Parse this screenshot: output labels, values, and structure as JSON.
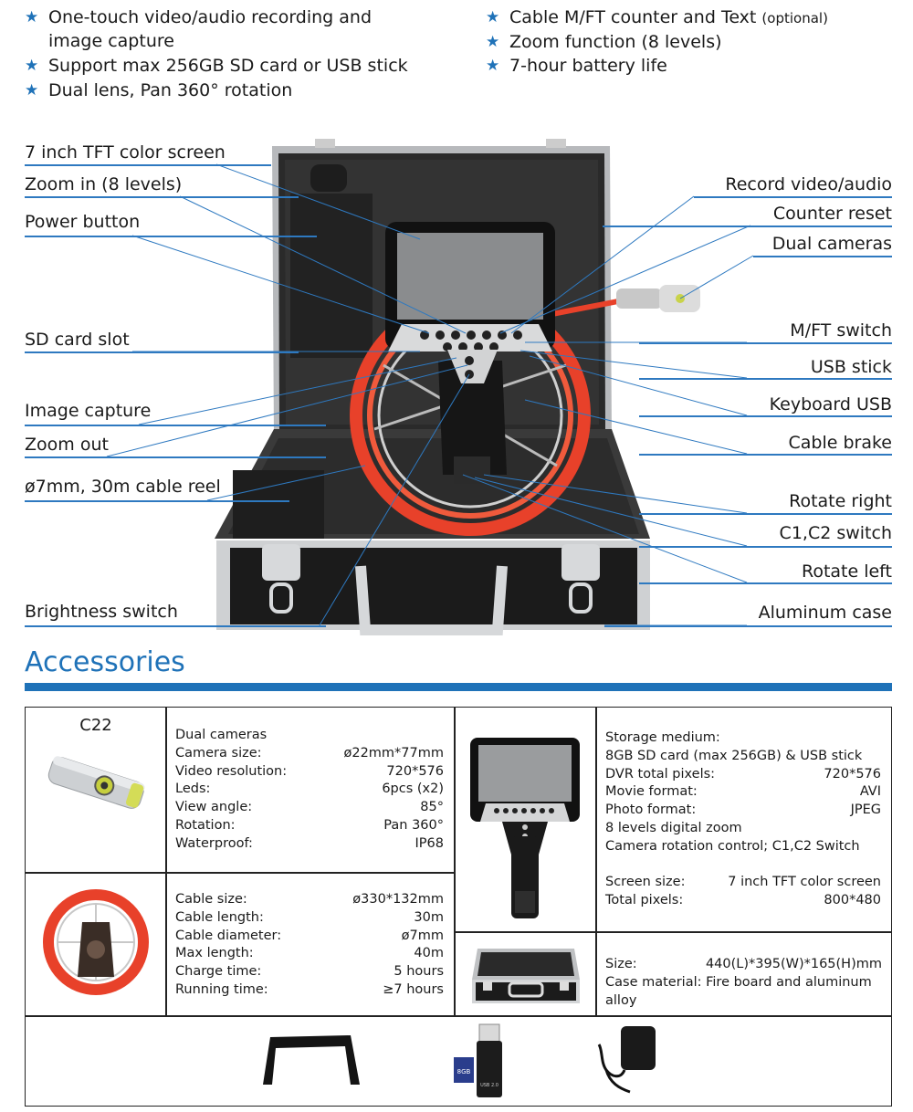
{
  "features_left": [
    {
      "line1": "One-touch video/audio recording and",
      "line2": "image capture"
    },
    {
      "line1": "Support max 256GB SD card or USB stick"
    },
    {
      "line1": "Dual lens, Pan 360° rotation"
    }
  ],
  "features_right": [
    {
      "text": "Cable M/FT counter and Text",
      "note": "(optional)"
    },
    {
      "text": "Zoom function (8 levels)"
    },
    {
      "text": "7-hour battery life"
    }
  ],
  "callouts_left": [
    "7 inch TFT color screen",
    "Zoom in (8 levels)",
    "Power button",
    "SD card slot",
    "Image capture",
    "Zoom out",
    "ø7mm, 30m cable reel",
    "Brightness switch"
  ],
  "callouts_right": [
    "Record video/audio",
    "Counter reset",
    "Dual cameras",
    "M/FT switch",
    "USB stick",
    "Keyboard USB",
    "Cable brake",
    "Rotate right",
    "C1,C2 switch",
    "Rotate left",
    "Aluminum case"
  ],
  "accessories": {
    "title": "Accessories",
    "camera": {
      "model": "C22",
      "heading": "Dual cameras",
      "specs": [
        [
          "Camera size:",
          "ø22mm*77mm"
        ],
        [
          "Video resolution:",
          "720*576"
        ],
        [
          "Leds:",
          "6pcs (x2)"
        ],
        [
          "View angle:",
          "85°"
        ],
        [
          "Rotation:",
          "Pan 360°"
        ],
        [
          "Waterproof:",
          "IP68"
        ]
      ]
    },
    "cable": {
      "specs": [
        [
          "Cable size:",
          "ø330*132mm"
        ],
        [
          "Cable length:",
          "30m"
        ],
        [
          "Cable diameter:",
          "ø7mm"
        ],
        [
          "Max length:",
          "40m"
        ],
        [
          "Charge time:",
          "5 hours"
        ],
        [
          "Running time:",
          "≥7 hours"
        ]
      ]
    },
    "monitor": {
      "storage_label": "Storage medium:",
      "storage_value": "8GB SD card (max 256GB) & USB stick",
      "specs": [
        [
          "DVR total pixels:",
          "720*576"
        ],
        [
          "Movie format:",
          "AVI"
        ],
        [
          "Photo format:",
          "JPEG"
        ]
      ],
      "zoom": "8 levels digital zoom",
      "rotation": "Camera rotation control;  C1,C2 Switch",
      "screen": [
        [
          "Screen size:",
          "7 inch TFT color screen"
        ],
        [
          "Total pixels:",
          "800*480"
        ]
      ]
    },
    "case": {
      "specs": [
        [
          "Size:",
          "440(L)*395(W)*165(H)mm"
        ]
      ],
      "material": "Case material: Fire board and aluminum alloy"
    },
    "extras": {
      "card_label": "8GB",
      "reader_label": "USB 2.0"
    }
  },
  "colors": {
    "accent": "#1f72b8",
    "cable": "#e8412a"
  }
}
